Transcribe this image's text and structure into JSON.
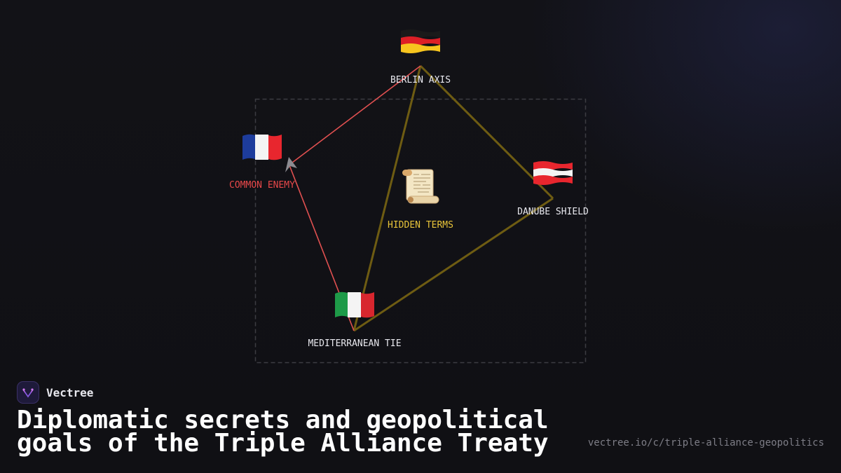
{
  "diagram": {
    "nodes": [
      {
        "id": "berlin",
        "label": "BERLIN AXIS",
        "icon": "germany-flag-icon",
        "label_color": "#e8e8ee"
      },
      {
        "id": "france",
        "label": "COMMON ENEMY",
        "icon": "france-flag-icon",
        "label_color": "#e8484a"
      },
      {
        "id": "terms",
        "label": "HIDDEN TERMS",
        "icon": "scroll-icon",
        "label_color": "#e8c43a"
      },
      {
        "id": "danube",
        "label": "DANUBE SHIELD",
        "icon": "austria-flag-icon",
        "label_color": "#e8e8ee"
      },
      {
        "id": "italy",
        "label": "MEDITERRANEAN TIE",
        "icon": "italy-flag-icon",
        "label_color": "#e8e8ee"
      }
    ],
    "edges": [
      {
        "from": "berlin",
        "to": "france",
        "style": "hostile",
        "color": "#e05050"
      },
      {
        "from": "italy",
        "to": "france",
        "style": "hostile",
        "color": "#e05050"
      },
      {
        "from": "berlin",
        "to": "italy",
        "style": "alliance",
        "color": "#6e5c12"
      },
      {
        "from": "berlin",
        "to": "danube",
        "style": "alliance",
        "color": "#6e5c12"
      },
      {
        "from": "danube",
        "to": "italy",
        "style": "alliance",
        "color": "#6e5c12"
      }
    ],
    "colors": {
      "hostile": "#e05050",
      "alliance": "#6e5c12",
      "frame": "#3a3a40"
    }
  },
  "brand": {
    "name": "Vectree",
    "logo_icon": "vectree-logo-icon"
  },
  "title": "Diplomatic secrets and geopolitical goals of the Triple Alliance Treaty",
  "url": "vectree.io/c/triple-alliance-geopolitics"
}
